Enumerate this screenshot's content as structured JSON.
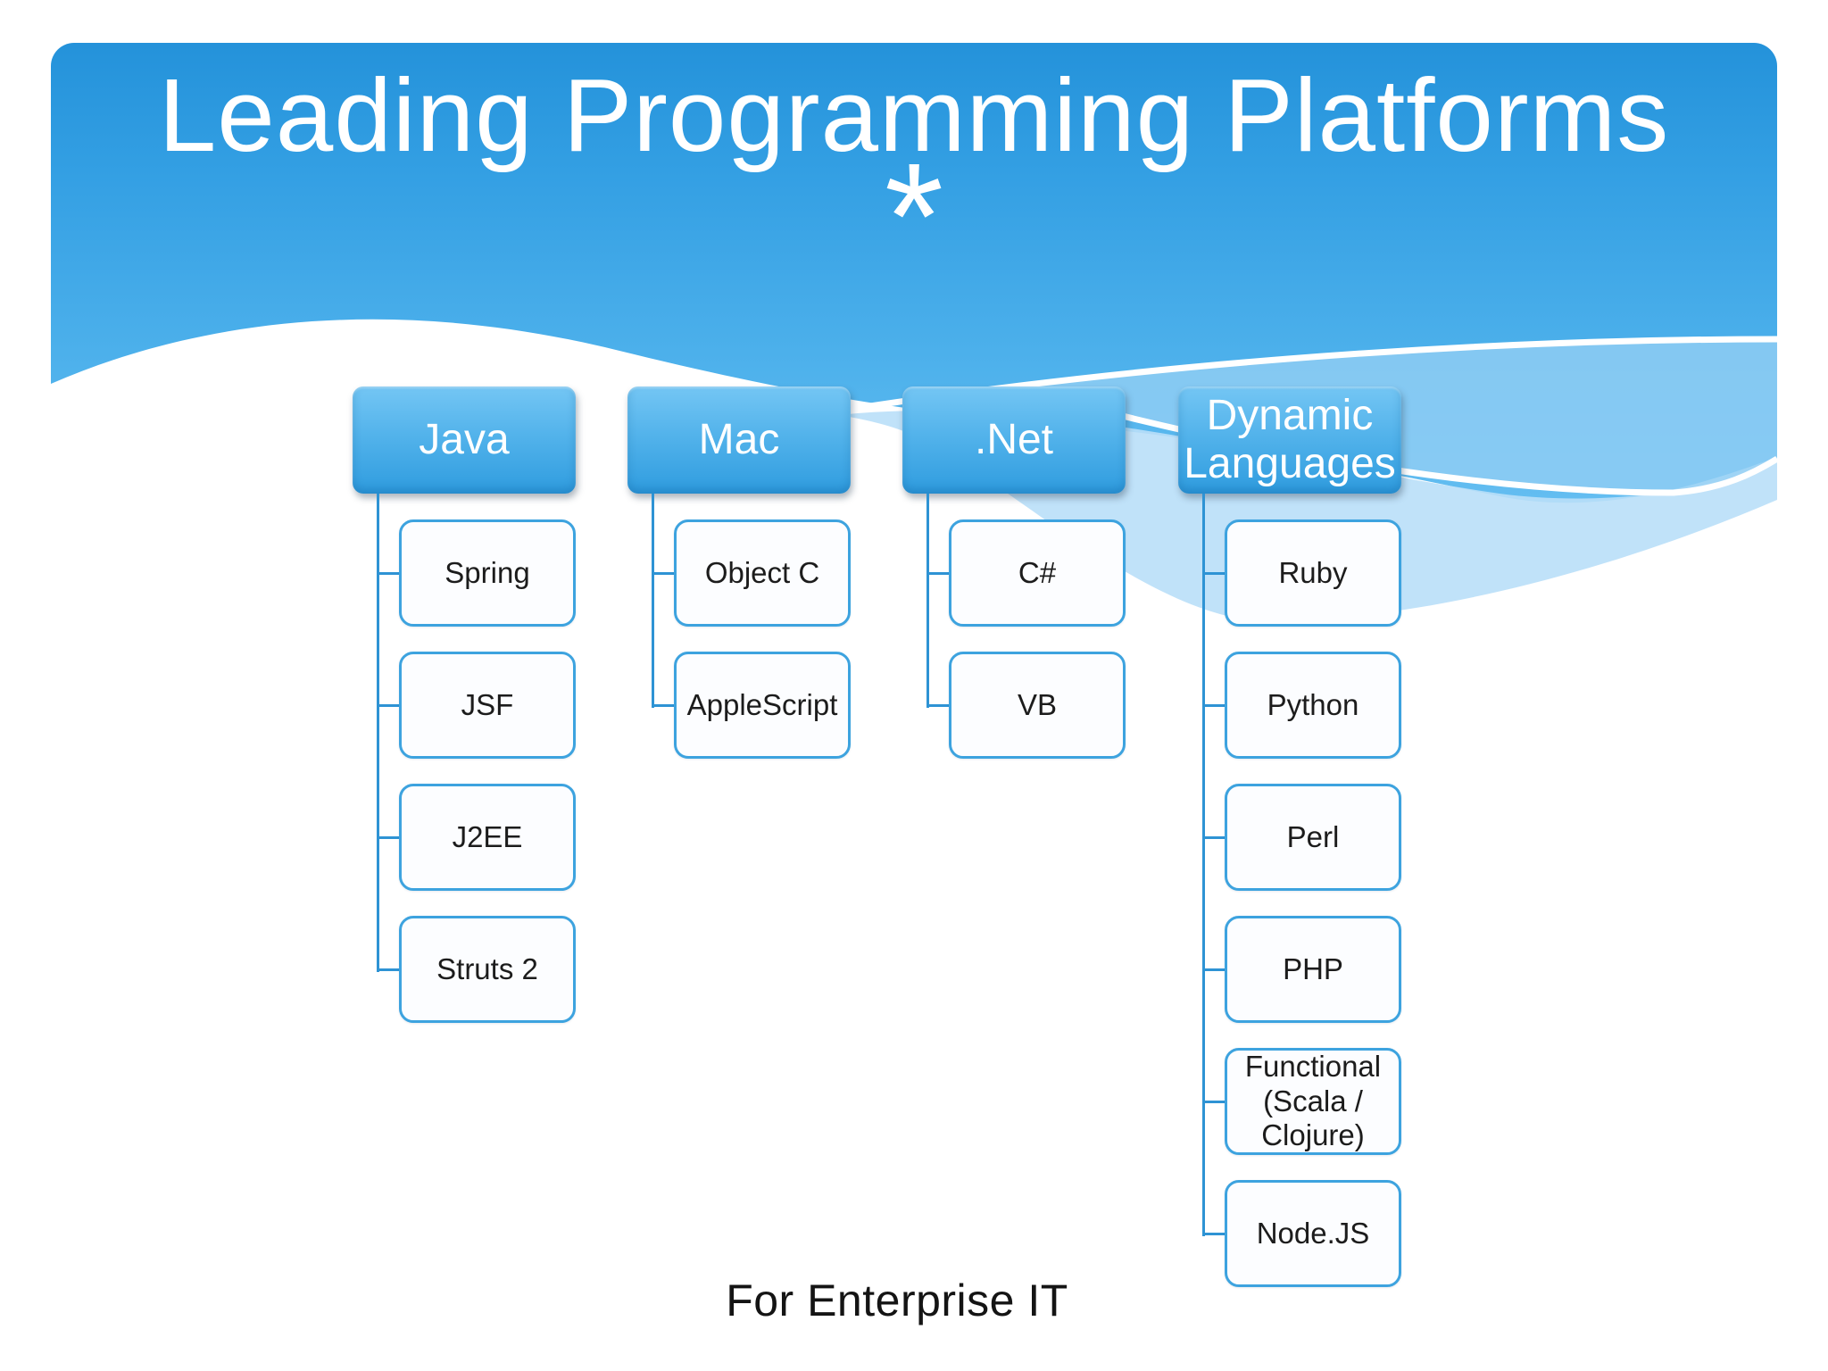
{
  "slide": {
    "title": "Leading Programming Platforms",
    "decoration_mark": "*",
    "footer_caption": "For Enterprise IT"
  },
  "diagram": {
    "columns": [
      {
        "label": "Java",
        "children": [
          "Spring",
          "JSF",
          "J2EE",
          "Struts 2"
        ]
      },
      {
        "label": "Mac",
        "children": [
          "Object C",
          "AppleScript"
        ]
      },
      {
        "label": ".Net",
        "children": [
          "C#",
          "VB"
        ]
      },
      {
        "label": "Dynamic Languages",
        "children": [
          "Ruby",
          "Python",
          "Perl",
          "PHP",
          "Functional (Scala / Clojure)",
          "Node.JS"
        ]
      }
    ]
  },
  "colors": {
    "header_blue_top": "#2B9BE0",
    "header_blue_bottom": "#6CC2F3",
    "node_blue_top": "#74C6F4",
    "node_blue_bottom": "#2F9CDF",
    "child_fill": "#FCFDFF",
    "child_border": "#3DA3DF",
    "connector": "#2E93D4",
    "text_dark": "#1C1C1C",
    "text_light": "#FFFFFF"
  }
}
